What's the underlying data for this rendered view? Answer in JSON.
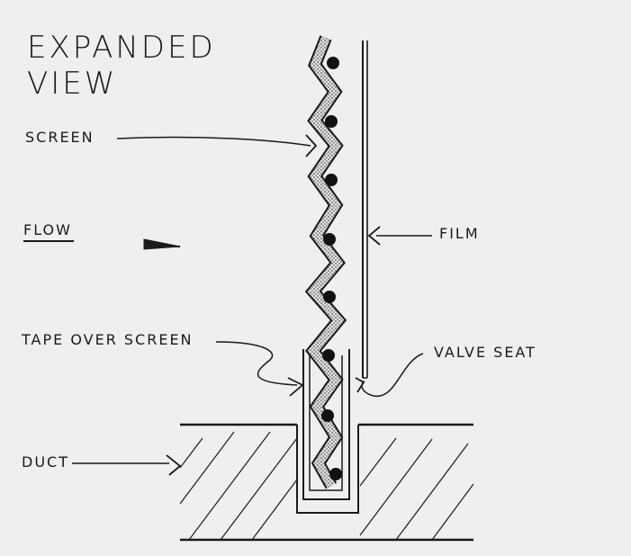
{
  "title": {
    "line1": "EXPANDED",
    "line2": "VIEW"
  },
  "labels": {
    "screen": "SCREEN",
    "flow": "FLOW",
    "film": "FILM",
    "tape_over_screen": "TAPE OVER SCREEN",
    "valve_seat": "VALVE SEAT",
    "duct": "DUCT"
  },
  "colors": {
    "background": "#efefef",
    "ink": "#1a1a1a",
    "screen_fill": "#cfcfcf"
  }
}
